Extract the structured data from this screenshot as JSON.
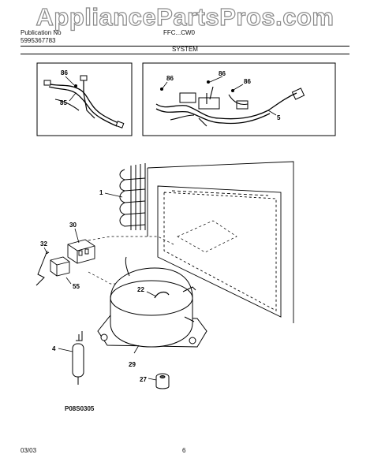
{
  "watermark": "AppliancePartsPros.com",
  "header": {
    "pub_label": "Publication No",
    "pub_number": "5995367783",
    "model": "FFC...CW0",
    "section": "SYSTEM"
  },
  "callouts": {
    "c86a": "86",
    "c85": "85",
    "c86b": "86",
    "c86c": "86",
    "c86d": "86",
    "c5": "5",
    "c1": "1",
    "c30": "30",
    "c32": "32",
    "c55": "55",
    "c22": "22",
    "c4": "4",
    "c29": "29",
    "c27": "27"
  },
  "drawing_code": "P08S0305",
  "footer": {
    "date": "03/03",
    "page": "6"
  }
}
